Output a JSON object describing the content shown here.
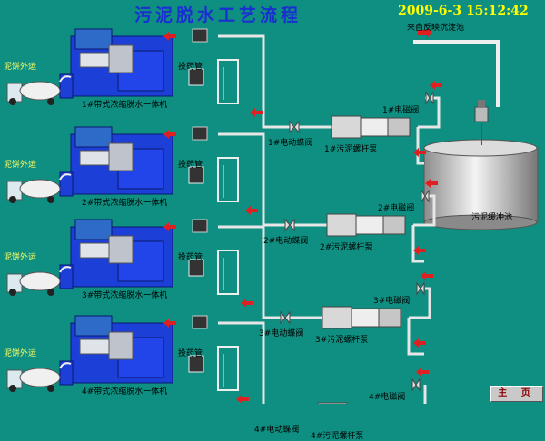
{
  "header": {
    "title": "污泥脱水工艺流程",
    "datetime": "2009-6-3 15:12:42"
  },
  "source_label": "来自反映沉淀池",
  "tank_label": "污泥缓冲池",
  "home_button": "主 页",
  "lines": [
    {
      "machine": "1#带式浓缩脱水一体机",
      "valve": "1#电动蝶阀",
      "pump": "1#污泥螺杆泵",
      "solenoid": "1#电磁阀",
      "dosing": "投药管",
      "outbound": "泥饼外运"
    },
    {
      "machine": "2#带式浓缩脱水一体机",
      "valve": "2#电动蝶阀",
      "pump": "2#污泥螺杆泵",
      "solenoid": "2#电磁阀",
      "dosing": "投药管",
      "outbound": "泥饼外运"
    },
    {
      "machine": "3#带式浓缩脱水一体机",
      "valve": "3#电动蝶阀",
      "pump": "3#污泥螺杆泵",
      "solenoid": "3#电磁阀",
      "dosing": "投药管",
      "outbound": "泥饼外运"
    },
    {
      "machine": "4#带式浓缩脱水一体机",
      "valve": "4#电动蝶阀",
      "pump": "4#污泥螺杆泵",
      "solenoid": "4#电磁阀",
      "dosing": "投药管",
      "outbound": "泥饼外运"
    }
  ],
  "colors": {
    "background": "#0f8f81",
    "title": "#1a2fd0",
    "clock": "#ffff00",
    "flow_arrow": "#e02020",
    "machine_body": "#1c3fd8",
    "pipe": "#e6e6e6"
  }
}
